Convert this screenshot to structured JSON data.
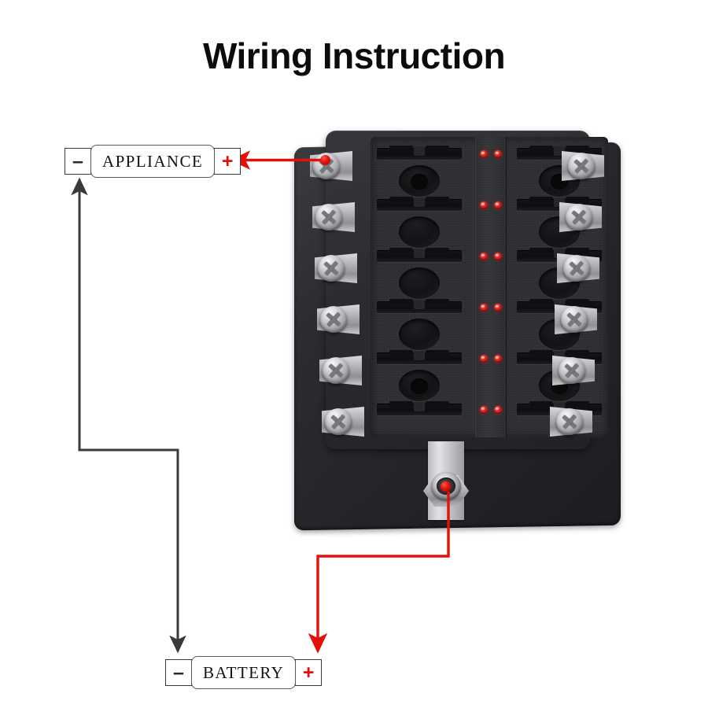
{
  "page": {
    "title": "Wiring Instruction",
    "background_color": "#ffffff"
  },
  "colors": {
    "wire_positive": "#e2120b",
    "wire_negative": "#3a3a3a",
    "plus_symbol": "#e2120b",
    "minus_symbol": "#2b2b2b",
    "title_text": "#0c0c0c",
    "led_indicator": "#e0241c",
    "housing_black": "#2e3034",
    "terminal_silver": "#b3b5b8"
  },
  "terminals": {
    "appliance": {
      "label": "APPLIANCE",
      "minus_symbol": "–",
      "plus_symbol": "+"
    },
    "battery": {
      "label": "BATTERY",
      "minus_symbol": "–",
      "plus_symbol": "+"
    }
  },
  "fuse_box": {
    "name": "12-way blade fuse block",
    "fuse_rows": 6,
    "columns": 2,
    "left_screw_terminals": 6,
    "right_screw_terminals": 6,
    "led_pairs_per_row": 2,
    "total_leds": 12,
    "main_terminal": {
      "type": "hex-nut-stud",
      "position": "bottom-center",
      "polarity": "+"
    }
  },
  "wires": [
    {
      "id": "positive-appliance",
      "color": "#e2120b",
      "from": "fuse-box-top-left-screw-terminal",
      "to": "appliance-plus",
      "arrow": "left"
    },
    {
      "id": "positive-battery",
      "color": "#e2120b",
      "from": "fuse-box-bottom-main-terminal",
      "to": "battery-plus",
      "arrow": "down"
    },
    {
      "id": "negative-appliance",
      "color": "#3a3a3a",
      "from": "common-ground-node",
      "to": "appliance-minus",
      "arrow": "up"
    },
    {
      "id": "negative-battery",
      "color": "#3a3a3a",
      "from": "common-ground-node",
      "to": "battery-minus",
      "arrow": "down"
    }
  ]
}
